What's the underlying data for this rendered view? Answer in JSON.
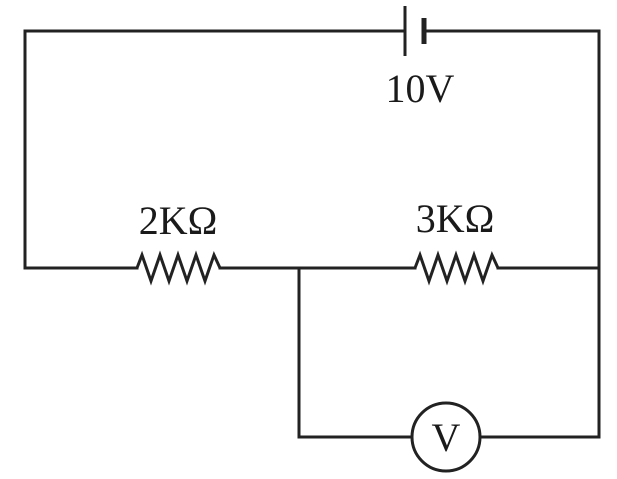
{
  "battery": {
    "label": "10V"
  },
  "resistors": [
    {
      "id": "r1",
      "label": "2KΩ"
    },
    {
      "id": "r2",
      "label": "3KΩ"
    }
  ],
  "voltmeter": {
    "symbol": "V"
  }
}
